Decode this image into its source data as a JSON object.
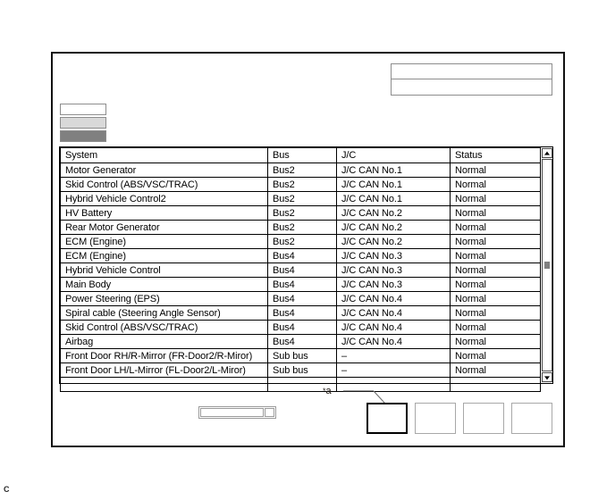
{
  "corner_mark": "C",
  "legend": {
    "swatches": [
      {
        "name": "white-swatch",
        "color": "#ffffff"
      },
      {
        "name": "light-gray-swatch",
        "color": "#d9d9d9"
      },
      {
        "name": "dark-gray-swatch",
        "color": "#808080"
      }
    ]
  },
  "title_boxes": [
    {
      "text": ""
    },
    {
      "text": ""
    }
  ],
  "table": {
    "columns": [
      "System",
      "Bus",
      "J/C",
      "Status"
    ],
    "rows": [
      {
        "system": "Motor Generator",
        "bus": "Bus2",
        "jc": "J/C CAN No.1",
        "status": "Normal"
      },
      {
        "system": "Skid Control (ABS/VSC/TRAC)",
        "bus": "Bus2",
        "jc": "J/C CAN No.1",
        "status": "Normal"
      },
      {
        "system": "Hybrid Vehicle Control2",
        "bus": "Bus2",
        "jc": "J/C CAN No.1",
        "status": "Normal"
      },
      {
        "system": "HV Battery",
        "bus": "Bus2",
        "jc": "J/C CAN No.2",
        "status": "Normal"
      },
      {
        "system": "Rear Motor Generator",
        "bus": "Bus2",
        "jc": "J/C CAN No.2",
        "status": "Normal"
      },
      {
        "system": "ECM (Engine)",
        "bus": "Bus2",
        "jc": "J/C CAN No.2",
        "status": "Normal"
      },
      {
        "system": "ECM (Engine)",
        "bus": "Bus4",
        "jc": "J/C CAN No.3",
        "status": "Normal"
      },
      {
        "system": "Hybrid Vehicle Control",
        "bus": "Bus4",
        "jc": "J/C CAN No.3",
        "status": "Normal"
      },
      {
        "system": "Main Body",
        "bus": "Bus4",
        "jc": "J/C CAN No.3",
        "status": "Normal"
      },
      {
        "system": "Power Steering (EPS)",
        "bus": "Bus4",
        "jc": "J/C CAN No.4",
        "status": "Normal"
      },
      {
        "system": "Spiral cable (Steering Angle Sensor)",
        "bus": "Bus4",
        "jc": "J/C CAN No.4",
        "status": "Normal"
      },
      {
        "system": "Skid Control (ABS/VSC/TRAC)",
        "bus": "Bus4",
        "jc": "J/C CAN No.4",
        "status": "Normal"
      },
      {
        "system": "Airbag",
        "bus": "Bus4",
        "jc": "J/C CAN No.4",
        "status": "Normal"
      },
      {
        "system": "Front Door RH/R-Mirror (FR-Door2/R-Miror)",
        "bus": "Sub bus",
        "jc": "–",
        "status": "Normal"
      },
      {
        "system": "Front Door LH/L-Mirror (FL-Door2/L-Miror)",
        "bus": "Sub bus",
        "jc": "–",
        "status": "Normal"
      },
      {
        "system": "",
        "bus": "",
        "jc": "",
        "status": ""
      }
    ]
  },
  "scrollbar": {
    "up_icon": "triangle-up-icon",
    "down_icon": "triangle-down-icon"
  },
  "status_widget": {
    "label": ""
  },
  "callout": {
    "label": "*a",
    "star": "*",
    "letter": "a"
  },
  "bottom_tabs": [
    {
      "name": "tab-1",
      "label": "",
      "selected": true
    },
    {
      "name": "tab-2",
      "label": "",
      "selected": false
    },
    {
      "name": "tab-3",
      "label": "",
      "selected": false
    },
    {
      "name": "tab-4",
      "label": "",
      "selected": false
    }
  ]
}
